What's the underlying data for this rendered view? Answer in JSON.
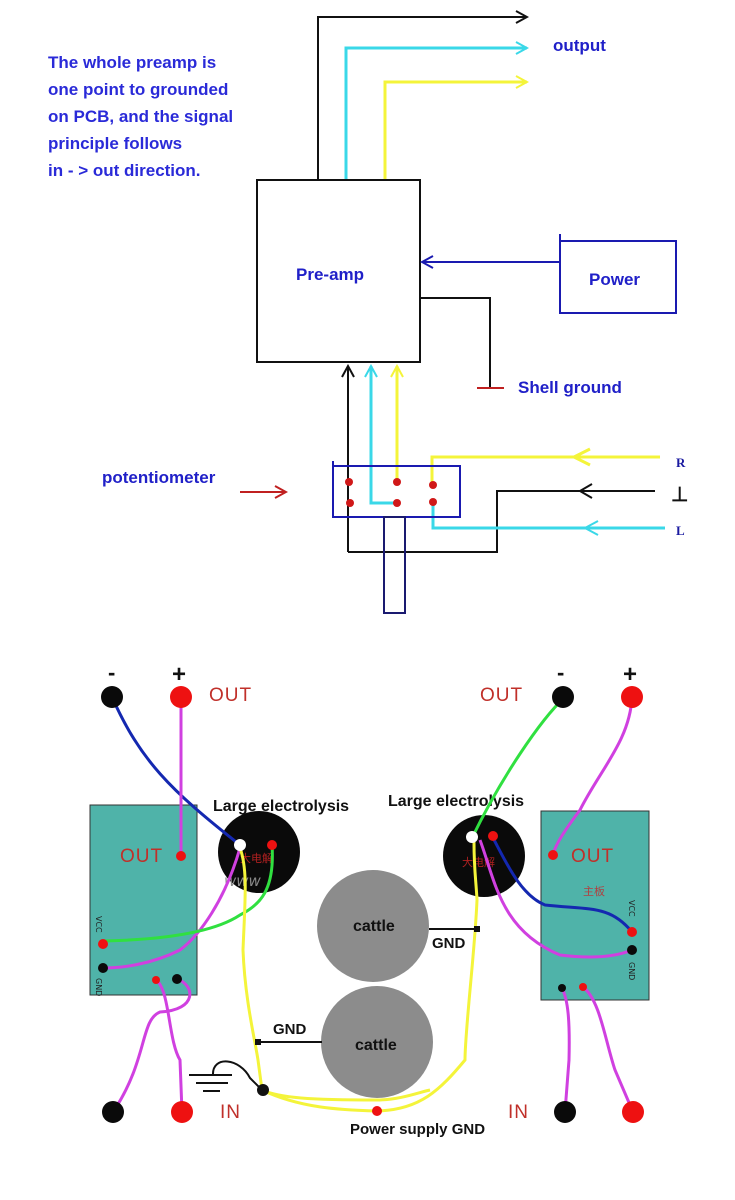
{
  "top_diagram": {
    "note_lines": [
      "The whole preamp is",
      "one point to grounded",
      " on PCB, and the signal",
      "principle follows",
      "in - > out direction."
    ],
    "output_label": "output",
    "preamp_label": "Pre-amp",
    "power_label": "Power",
    "shell_ground_label": "Shell ground",
    "potentiometer_label": "potentiometer",
    "input_labels": {
      "right": "R",
      "ground": "⊥",
      "left": "L"
    }
  },
  "bottom_diagram": {
    "minus_sign": "-",
    "plus_sign": "+",
    "out_label": "OUT",
    "in_label": "IN",
    "board_out_label": "OUT",
    "vcc_label": "VCC",
    "gnd_pin_label": "GND",
    "board_chinese_label": "主板",
    "capacitor_label": "Large electrolysis",
    "capacitor_chinese_label": "大电解",
    "resistor_squiggle": "www",
    "cattle_label": "cattle",
    "gnd_label": "GND",
    "power_supply_gnd_label": "Power supply GND"
  },
  "colors": {
    "board": "#4fb3a9",
    "cattle": "#8c8c8c",
    "wire_yellow": "#f4f43a",
    "wire_cyan": "#3ad8e8",
    "wire_magenta": "#d040e0",
    "wire_green": "#30e040",
    "wire_blue": "#1428b0",
    "text_blue": "#2a2ad8",
    "terminal_red": "#ee1111"
  }
}
